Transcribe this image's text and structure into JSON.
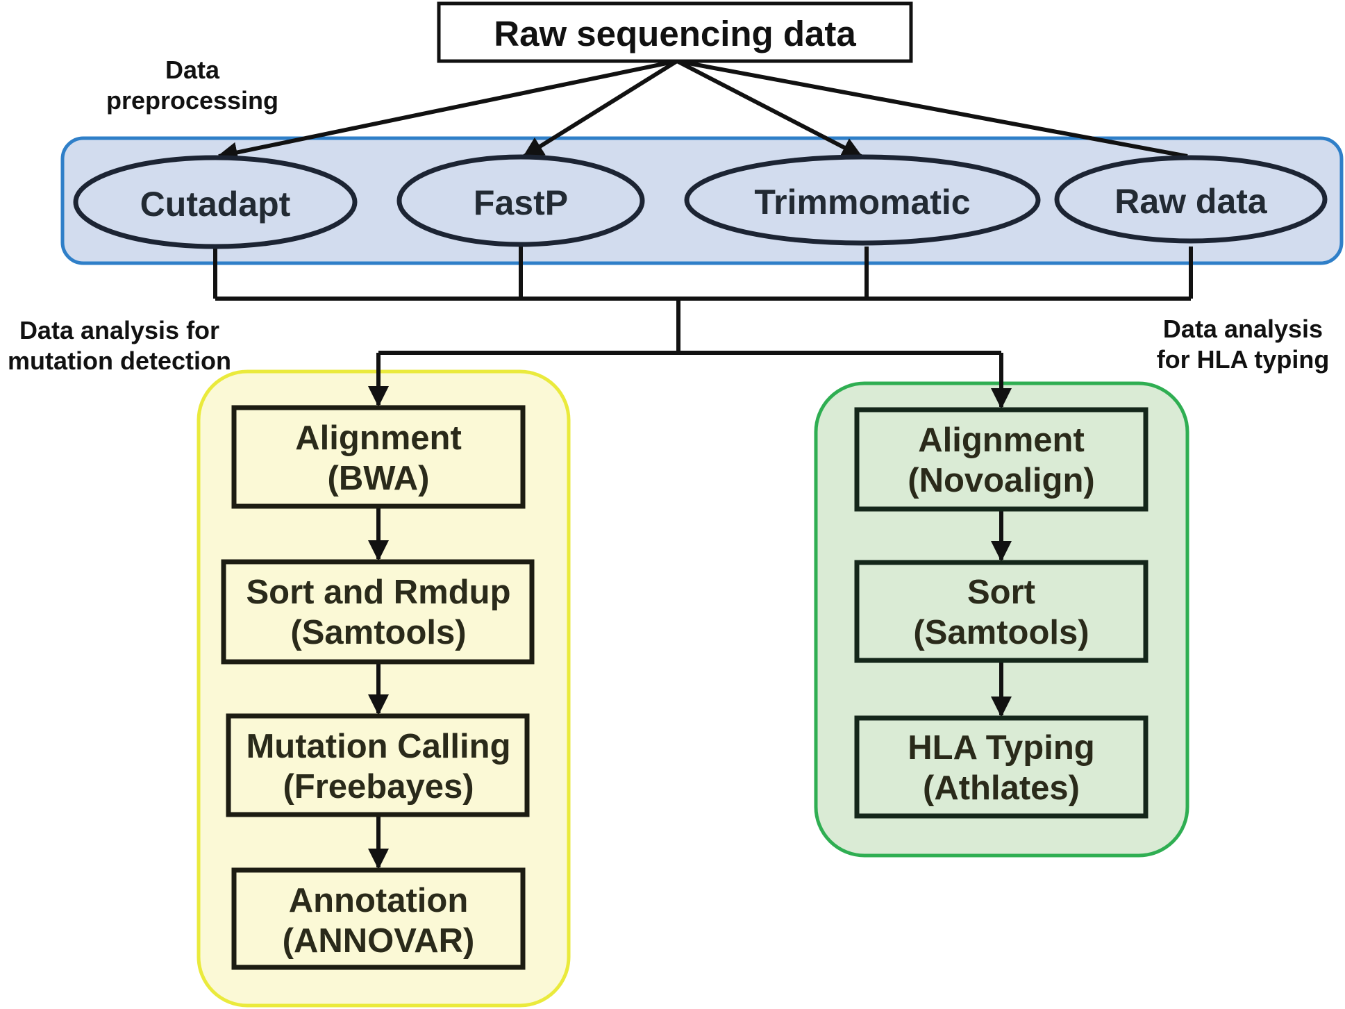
{
  "title": "Raw sequencing data",
  "preprocessing_label": [
    "Data",
    "preprocessing"
  ],
  "tools": [
    "Cutadapt",
    "FastP",
    "Trimmomatic",
    "Raw data"
  ],
  "mutation_label": [
    "Data analysis for",
    "mutation detection"
  ],
  "hla_label": [
    "Data analysis",
    "for HLA typing"
  ],
  "mutation_steps": [
    [
      "Alignment",
      "(BWA)"
    ],
    [
      "Sort and Rmdup",
      "(Samtools)"
    ],
    [
      "Mutation Calling",
      "(Freebayes)"
    ],
    [
      "Annotation",
      "(ANNOVAR)"
    ]
  ],
  "hla_steps": [
    [
      "Alignment",
      "(Novoalign)"
    ],
    [
      "Sort",
      "(Samtools)"
    ],
    [
      "HLA Typing",
      "(Athlates)"
    ]
  ],
  "colors": {
    "preprocess_fill": "#d2dcee",
    "preprocess_border": "#2f7fc8",
    "mutation_fill": "#fbf9d6",
    "mutation_border": "#eaea3c",
    "hla_fill": "#daebd5",
    "hla_border": "#2fae52"
  }
}
